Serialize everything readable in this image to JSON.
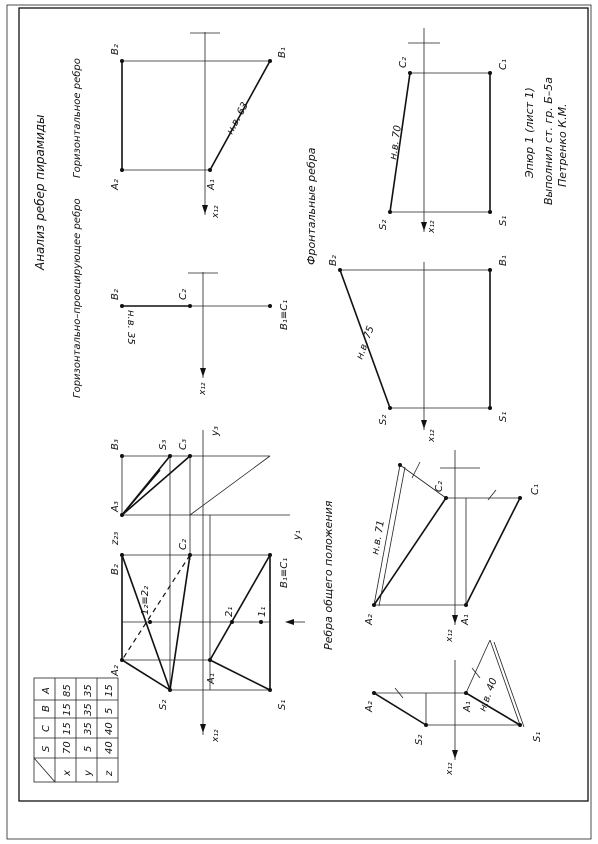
{
  "title": "Анализ ребер пирамиды",
  "sections": {
    "horizontal": "Горизонтальное ребро",
    "profile": "Горизонтально–проецирующее ребро",
    "frontal": "Фронтальные ребра",
    "general": "Ребра общего положения"
  },
  "stamp": {
    "line1": "Эпюр 1 (лист 1)",
    "line2": "Выполнил ст. гр. Б–5а",
    "line3": "Петренко К.М."
  },
  "table": {
    "headers": [
      "",
      "A",
      "B",
      "C",
      "S"
    ],
    "rows": [
      [
        "x",
        "70",
        "15",
        "15",
        "85"
      ],
      [
        "y",
        "5",
        "35",
        "35",
        "35"
      ],
      [
        "z",
        "40",
        "40",
        "5",
        "15"
      ]
    ]
  },
  "labels": {
    "true_63": "н.в. 63",
    "true_35": "н.в. 35",
    "true_70": "н.в. 70",
    "true_75": "н.в. 75",
    "true_71": "н.в. 71",
    "true_40": "н.в. 40",
    "x12": "x₁₂",
    "y1": "y₁",
    "y3": "y₃",
    "z23": "z₂₃",
    "A1": "A₁",
    "A2": "A₂",
    "A3": "A₃",
    "B1": "B₁",
    "B2": "B₂",
    "B3": "B₃",
    "C1": "C₁",
    "C2": "C₂",
    "C3": "C₃",
    "S1": "S₁",
    "S2": "S₂",
    "S3": "S₃",
    "B1C1": "B₁≡C₁",
    "one1": "1₁",
    "two1": "2₁",
    "oneTwo2": "1₂≡2₂"
  }
}
